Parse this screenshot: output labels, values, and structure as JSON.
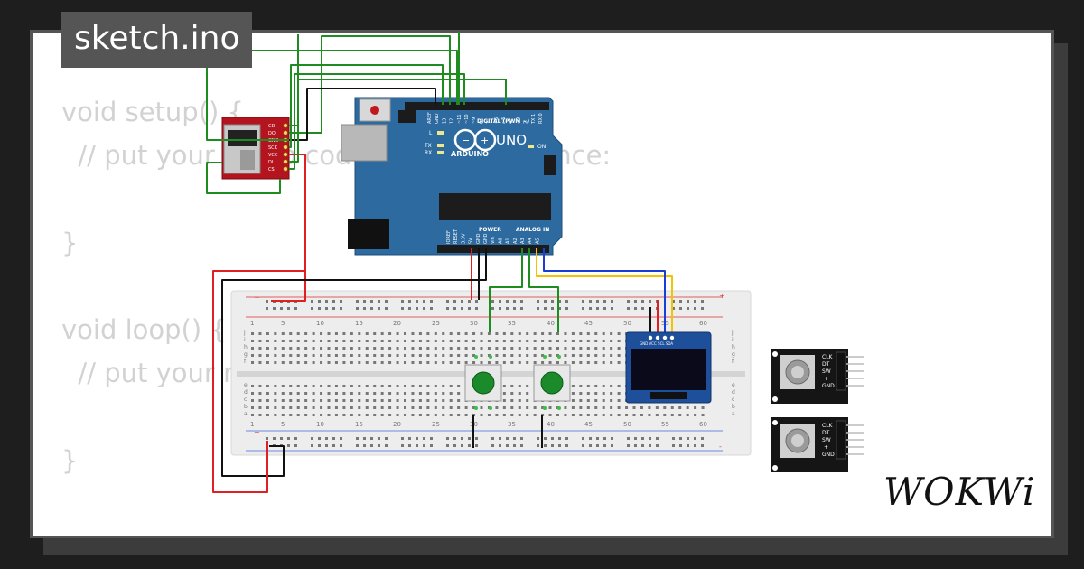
{
  "file_tab": {
    "title": "sketch.ino"
  },
  "code": {
    "lines": [
      "void setup() {",
      "  // put your setup code here, to run once:",
      "",
      "}",
      "",
      "void loop() {",
      "  // put your main code here, to run repeatedly:",
      "",
      "}"
    ]
  },
  "arduino": {
    "label_uno": "UNO",
    "label_brand": "ARDUINO",
    "label_digital": "DIGITAL (PWM ~)",
    "label_power": "POWER",
    "label_analog": "ANALOG IN",
    "label_on": "ON",
    "label_l": "L",
    "label_tx": "TX",
    "label_rx": "RX",
    "header_top_pins": [
      "AREF",
      "GND",
      "13",
      "12",
      "~11",
      "~10",
      "~9",
      "8",
      "7",
      "~6",
      "~5",
      "4",
      "~3",
      "2",
      "TX 1",
      "RX 0"
    ],
    "header_bottom_pins": [
      "IOREF",
      "RESET",
      "3.3V",
      "5V",
      "GND",
      "GND",
      "Vin",
      "A0",
      "A1",
      "A2",
      "A3",
      "A4",
      "A5"
    ]
  },
  "sd_module": {
    "pins": [
      "CD",
      "DO",
      "GND",
      "SCK",
      "VCC",
      "DI",
      "CS"
    ]
  },
  "breadboard": {
    "column_numbers": [
      "1",
      "5",
      "10",
      "15",
      "20",
      "25",
      "30",
      "35",
      "40",
      "45",
      "50",
      "55",
      "60"
    ],
    "row_letters_top": [
      "j",
      "i",
      "h",
      "g",
      "f"
    ],
    "row_letters_bottom": [
      "e",
      "d",
      "c",
      "b",
      "a"
    ],
    "rail_plus": "+",
    "rail_minus": "-"
  },
  "oled": {
    "pin_labels": "GND VCC SCL SDA"
  },
  "rotary_encoders": [
    {
      "pins": [
        "CLK",
        "DT",
        "SW",
        "+",
        "GND"
      ]
    },
    {
      "pins": [
        "CLK",
        "DT",
        "SW",
        "+",
        "GND"
      ]
    }
  ],
  "brand": {
    "logo_text": "WOKWi"
  },
  "colors": {
    "background": "#1e1e1e",
    "card": "#ffffff",
    "tab": "#555555",
    "arduino_board": "#2d6a9f",
    "sd_board": "#b3141e",
    "wire_green": "#1f8c1f",
    "wire_red": "#e02020",
    "wire_black": "#111111",
    "wire_blue": "#1a3dd6",
    "wire_yellow": "#f2c400",
    "button_green": "#1a8a2a",
    "oled_screen": "#0a0a1a"
  }
}
